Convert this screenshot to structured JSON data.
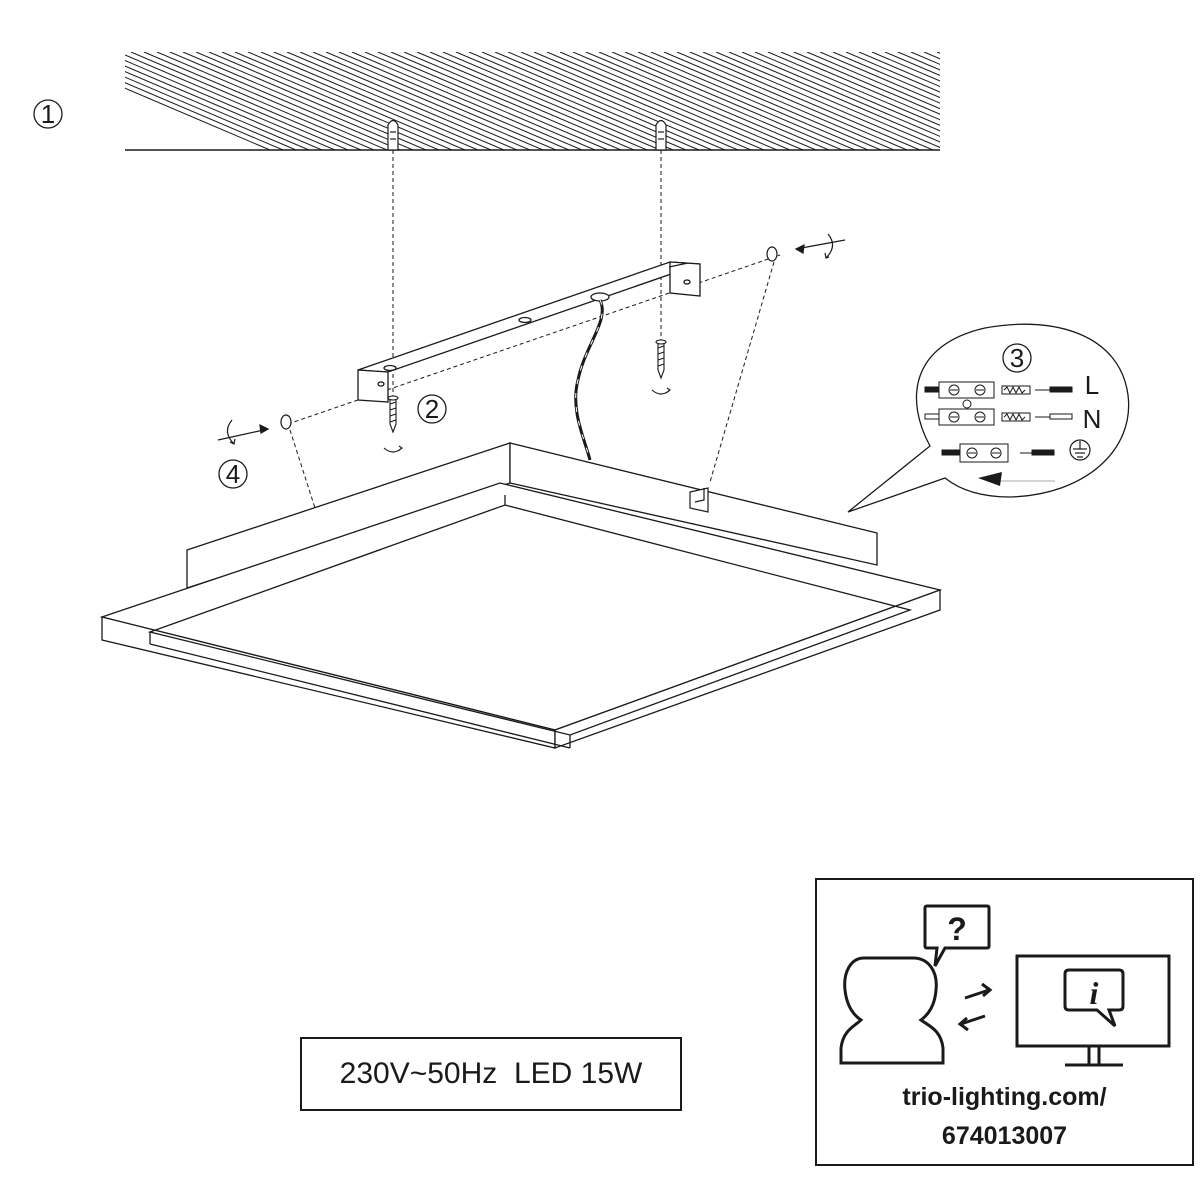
{
  "steps": [
    "1",
    "2",
    "3",
    "4"
  ],
  "wiring": {
    "live": "L",
    "neutral": "N",
    "earth_icon": "ground-icon"
  },
  "spec": {
    "text": "230V~50Hz  LED 15W"
  },
  "info": {
    "url": "trio-lighting.com/",
    "code": "674013007",
    "icons": [
      "person-icon",
      "question-bubble-icon",
      "exchange-arrows-icon",
      "monitor-info-icon"
    ]
  },
  "colors": {
    "ink": "#1a1a1a",
    "background": "#ffffff"
  }
}
